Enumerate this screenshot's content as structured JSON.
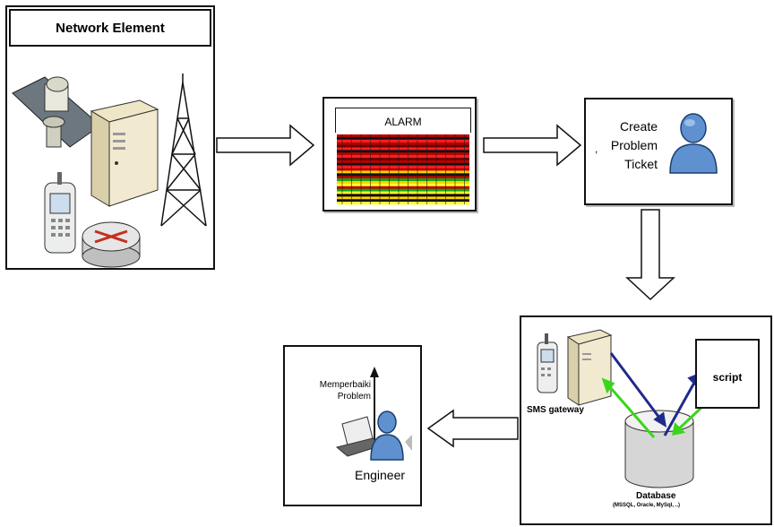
{
  "network_element": {
    "title": "Network Element",
    "icons": [
      "satellite-dish-icon",
      "server-tower-icon",
      "radio-tower-icon",
      "mobile-phone-icon",
      "router-icon"
    ]
  },
  "alarm": {
    "title": "ALARM",
    "stripe_colors": [
      "#c00000",
      "#111111",
      "#ff2020",
      "#6a0000",
      "#ffd000",
      "#11aa11",
      "#ffff30",
      "#000000"
    ]
  },
  "ticket": {
    "line1": "Create",
    "line2": "Problem",
    "line3": "Ticket",
    "comma": ",",
    "icon": "person-icon"
  },
  "system": {
    "sms_label": "SMS gateway",
    "script_label": "script",
    "db_label": "Database",
    "db_sub": "(MSSQL, Oracle, MySql, ..)",
    "icons": [
      "mobile-phone-icon",
      "server-icon",
      "database-icon"
    ],
    "arrow_colors": {
      "dark": "#1f2a8a",
      "green": "#3ad61a"
    }
  },
  "engineer": {
    "fix_line1": "Memperbaiki",
    "fix_line2": "Problem",
    "label": "Engineer",
    "icons": [
      "laptop-icon",
      "person-icon"
    ]
  }
}
